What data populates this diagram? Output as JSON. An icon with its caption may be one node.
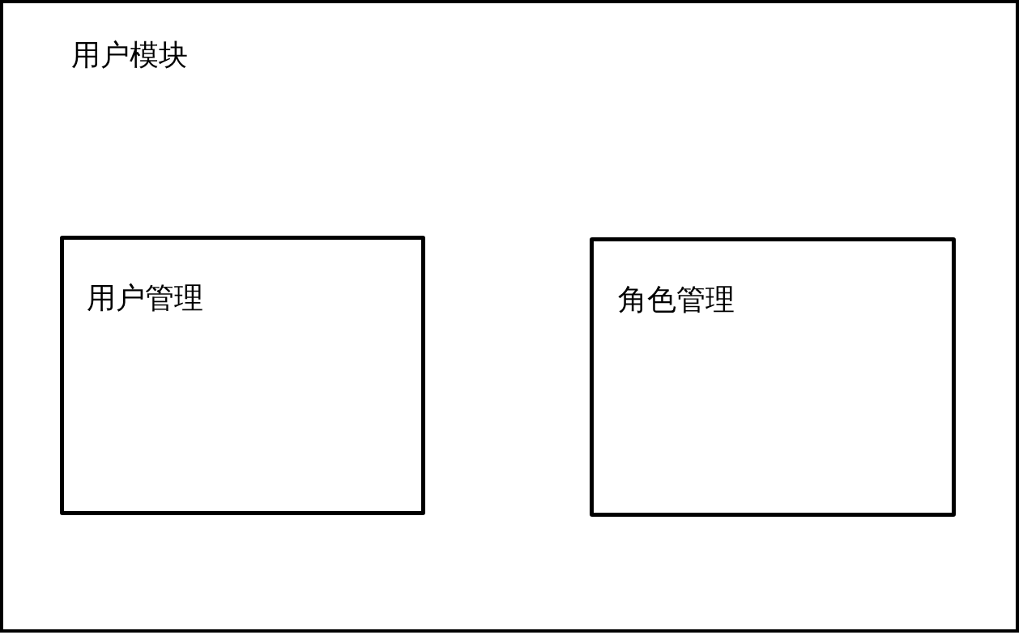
{
  "diagram": {
    "nodes": [
      {
        "text": [
          "用户模块"
        ]
      },
      {
        "text": [
          "用户管理"
        ],
        "in": 0
      },
      {
        "text": [
          "角色管理"
        ],
        "in": 0
      }
    ]
  }
}
